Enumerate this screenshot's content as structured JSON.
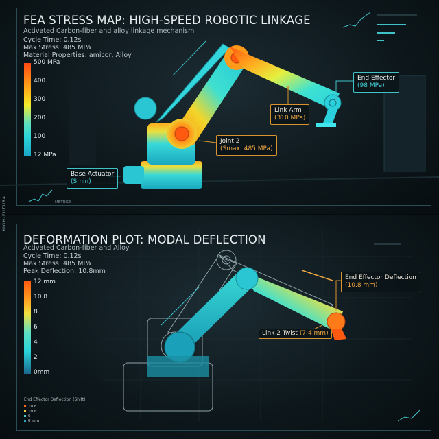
{
  "side_label": "HIGH-FUTURA",
  "stress_panel": {
    "title": "FEA STRESS MAP: HIGH-SPEED ROBOTIC LINKAGE",
    "subtitle": "Activated Carbon-fiber and alloy linkage mechanism",
    "meta": [
      "Cycle Time: 0.12s",
      "Max Stress: 485 MPa",
      "Material Properties: amicor, Alloy"
    ],
    "scale_labels": [
      "500 MPa",
      "400",
      "300",
      "200",
      "100",
      "12 MPa"
    ],
    "scale_colors": [
      "#ff4a14",
      "#ffb21a",
      "#f4ec2a",
      "#5fe0c0",
      "#2ad4d8",
      "#1aa8c8"
    ],
    "callouts": {
      "end_effector": {
        "label": "End Effector",
        "value": "(98 MPa)"
      },
      "link_arm": {
        "label": "Link Arm",
        "value": "(310 MPa)"
      },
      "joint2": {
        "label": "Joint 2",
        "value": "(Smax: 485 MPa)"
      },
      "base_actuator": {
        "label": "Base Actuator",
        "value": "(Smin)"
      }
    },
    "metrics_label": "METRICS"
  },
  "deformation_panel": {
    "title": "DEFORMATION PLOT: MODAL DEFLECTION",
    "subtitle": "Activated Carbon-fiber and Alloy",
    "meta": [
      "Cycle Time: 0.12s",
      "Max Stress: 485 MPa",
      "Peak Deflection: 10.8mm"
    ],
    "scale_labels": [
      "12 mm",
      "10.8",
      "8",
      "6",
      "4",
      "2",
      "0mm"
    ],
    "callouts": {
      "end_effector_deflection": {
        "label": "End Effector Deflection",
        "value": "(10.8 mm)"
      },
      "link2_twist": {
        "label": "Link 2 Twist",
        "value": "(7.4 mm)"
      }
    },
    "legend_title": "End Effector Deflection (Shift)",
    "legend_items": [
      {
        "label": "10.8",
        "color": "#ff6a1a"
      },
      {
        "label": "10.8",
        "color": "#e8d040"
      },
      {
        "label": "6",
        "color": "#3fd0c8"
      },
      {
        "label": "0 mm",
        "color": "#2aa8c8"
      }
    ]
  },
  "colors": {
    "accent_teal": "#3fc3c9",
    "accent_orange": "#d8922e",
    "background": "#0a1418"
  }
}
